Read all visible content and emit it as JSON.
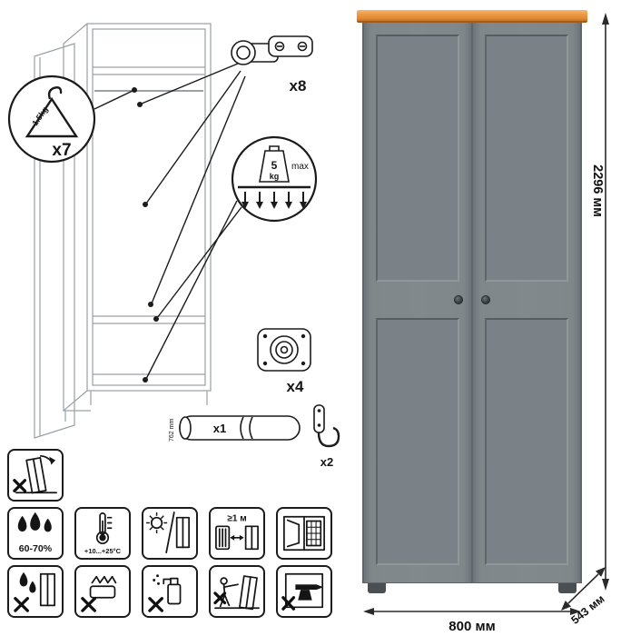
{
  "sheet": {
    "dimensions": {
      "height": "2296 мм",
      "width": "800 мм",
      "depth": "543 мм"
    },
    "callouts": {
      "hanger_load": "1.5kg",
      "hanger_count": "x7",
      "load_value": "5",
      "load_unit": "kg",
      "load_max": "max"
    },
    "hardware": {
      "hinge_count": "x8",
      "foot_count": "x4",
      "rod_count": "x1",
      "rod_length": "762 mm",
      "hook_count": "x2"
    },
    "care": {
      "humidity": "60-70%",
      "temperature": "+10...+25°C",
      "min_distance": "≥1 м"
    },
    "colors": {
      "door_gray": "#7f878b",
      "wood_top": "#e8923b",
      "outline_gray": "#9aa1a6"
    }
  }
}
